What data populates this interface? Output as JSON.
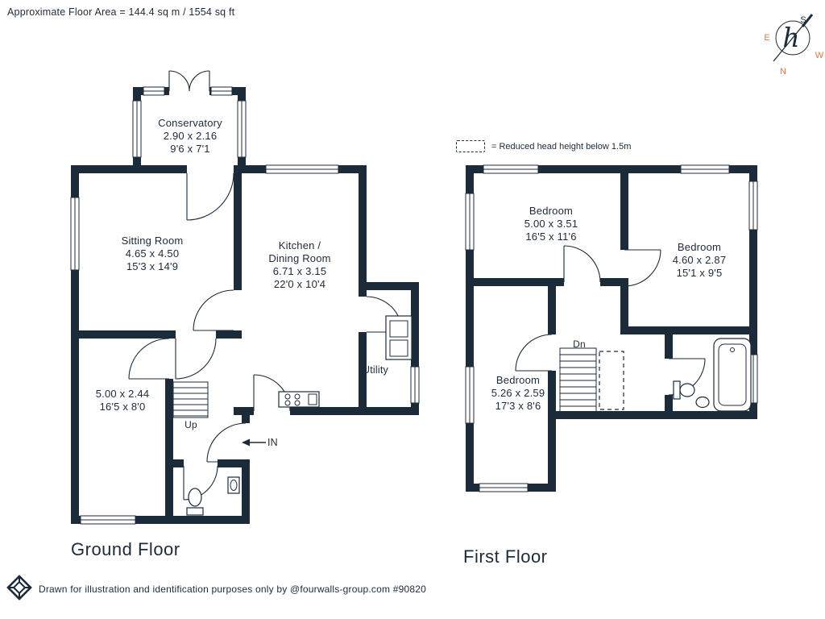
{
  "header": {
    "floor_area": "Approximate Floor Area = 144.4 sq m / 1554 sq ft"
  },
  "compass": {
    "north": "N",
    "south": "S",
    "east": "E",
    "west": "W",
    "logo_letter": "h"
  },
  "legend": {
    "reduced_head_height": "= Reduced head height below 1.5m"
  },
  "colors": {
    "wall_navy": "#1c2b3a",
    "accent_orange": "#e2743f"
  },
  "ground_floor": {
    "title": "Ground Floor",
    "conservatory": {
      "name": "Conservatory",
      "metric": "2.90 x 2.16",
      "imperial": "9'6 x 7'1"
    },
    "sitting_room": {
      "name": "Sitting Room",
      "metric": "4.65 x 4.50",
      "imperial": "15'3 x 14'9"
    },
    "kitchen": {
      "name_line1": "Kitchen /",
      "name_line2": "Dining Room",
      "metric": "6.71 x 3.15",
      "imperial": "22'0 x 10'4"
    },
    "store_room": {
      "metric": "5.00 x 2.44",
      "imperial": "16'5 x 8'0"
    },
    "utility": {
      "name": "Utility"
    },
    "up_label": "Up",
    "in_label": "IN"
  },
  "first_floor": {
    "title": "First Floor",
    "bedroom1": {
      "name": "Bedroom",
      "metric": "5.00 x 3.51",
      "imperial": "16'5 x 11'6"
    },
    "bedroom2": {
      "name": "Bedroom",
      "metric": "4.60 x 2.87",
      "imperial": "15'1 x 9'5"
    },
    "bedroom3": {
      "name": "Bedroom",
      "metric": "5.26 x 2.59",
      "imperial": "17'3 x 8'6"
    },
    "dn_label": "Dn"
  },
  "footer": {
    "disclaimer": "Drawn for illustration and identification purposes only by @fourwalls-group.com #90820"
  }
}
